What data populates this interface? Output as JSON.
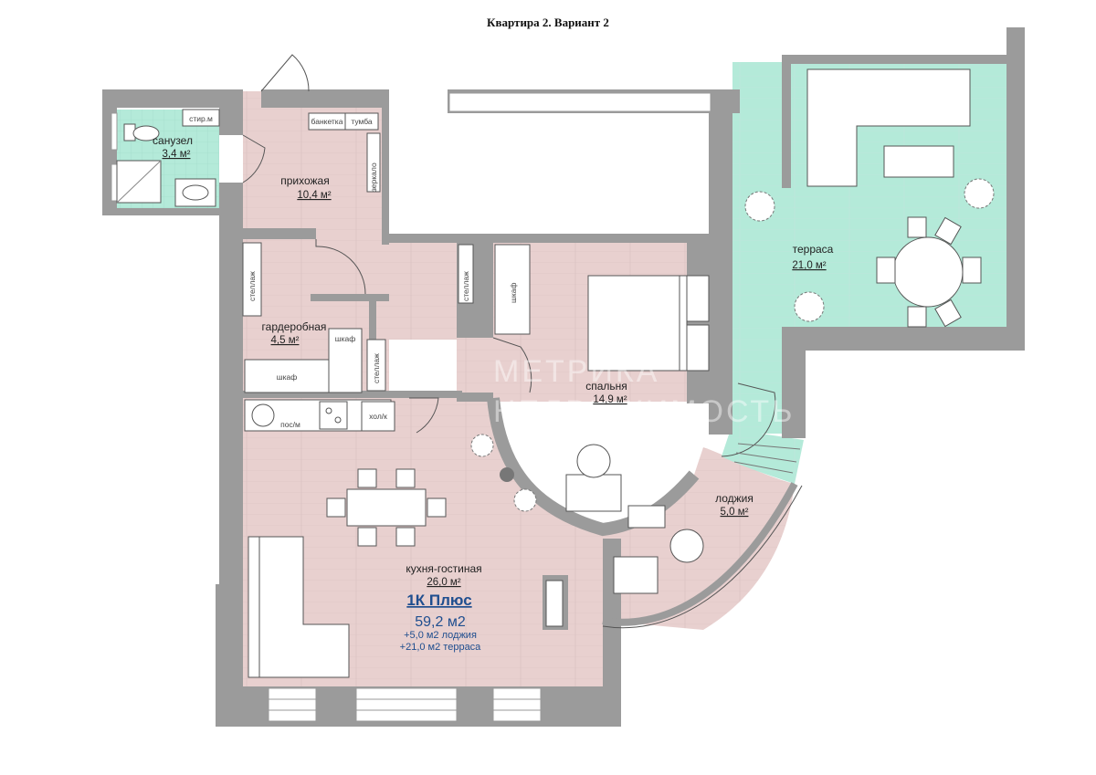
{
  "title": "Квартира 2. Вариант 2",
  "rooms": {
    "bath": {
      "name": "санузел",
      "area": "3,4 м²"
    },
    "hall": {
      "name": "прихожая",
      "area": "10,4 м²"
    },
    "wardrobe": {
      "name": "гардеробная",
      "area": "4,5 м²"
    },
    "bedroom": {
      "name": "спальня",
      "area": "14,9 м²"
    },
    "terrace": {
      "name": "терраса",
      "area": "21,0 м²"
    },
    "loggia": {
      "name": "лоджия",
      "area": "5,0 м²"
    },
    "kitchen": {
      "name": "кухня-гостиная",
      "area": "26,0 м²"
    }
  },
  "furniture": {
    "washer": "стир.м",
    "bench": "банкетка",
    "tumba": "тумба",
    "mirror": "зеркало",
    "shelf1": "стеллаж",
    "shelf2": "стеллаж",
    "shelf3": "стеллаж",
    "closet_bed": "шкаф",
    "closet_w1": "шкаф",
    "closet_w2": "шкаф",
    "dishwasher": "пос/м",
    "fridge": "хол/к"
  },
  "summary": {
    "type": "1К Плюс",
    "total": "59,2 м2",
    "loggia": "+5,0 м2 лоджия",
    "terrace": "+21,0 м2 терраса"
  },
  "watermark": {
    "line1": "МЕТРИКА",
    "line2": "НЕДВИЖИМОСТЬ"
  },
  "colors": {
    "floor_wood": "#e8d0cf",
    "floor_tile": "#b4ead9",
    "wall": "#9b9b9b"
  }
}
